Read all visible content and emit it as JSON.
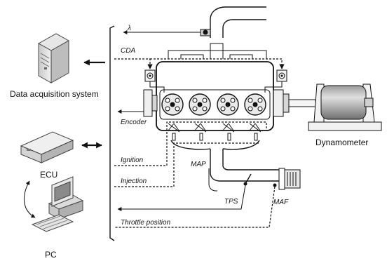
{
  "labels": {
    "data_acquisition": "Data acquisition system",
    "ecu": "ECU",
    "pc": "PC",
    "dynamometer": "Dynamometer",
    "lambda": "λ",
    "cda": "CDA",
    "encoder": "Encoder",
    "ignition": "Ignition",
    "injection": "Injection",
    "map": "MAP",
    "tps": "TPS",
    "maf": "MAF",
    "throttle_position": "Throttle position"
  }
}
